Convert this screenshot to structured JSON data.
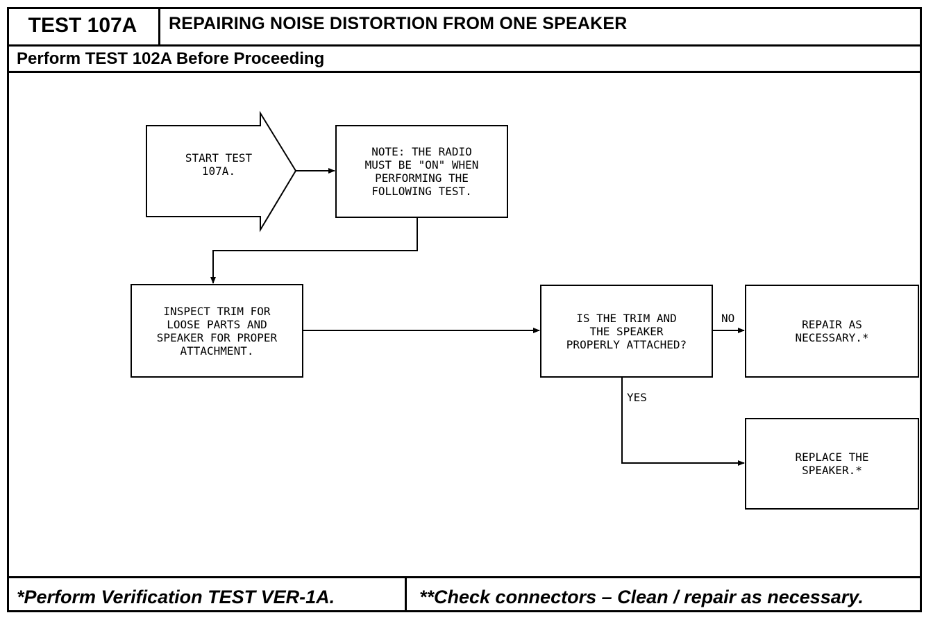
{
  "header": {
    "test_id": "TEST 107A",
    "title": "REPAIRING NOISE DISTORTION FROM ONE SPEAKER",
    "prerequisite": "Perform TEST 102A Before Proceeding"
  },
  "flowchart": {
    "start": "START TEST\n107A.",
    "note": "NOTE: THE RADIO\nMUST BE \"ON\" WHEN\nPERFORMING THE\nFOLLOWING TEST.",
    "inspect": "INSPECT TRIM FOR\nLOOSE PARTS AND\nSPEAKER FOR PROPER\nATTACHMENT.",
    "question": "IS THE TRIM AND\nTHE SPEAKER\nPROPERLY ATTACHED?",
    "repair": "REPAIR AS\nNECESSARY.*",
    "replace": "REPLACE THE\nSPEAKER.*",
    "no_label": "NO",
    "yes_label": "YES"
  },
  "footer": {
    "left": "*Perform Verification TEST VER-1A.",
    "right": "**Check connectors – Clean / repair as necessary."
  }
}
